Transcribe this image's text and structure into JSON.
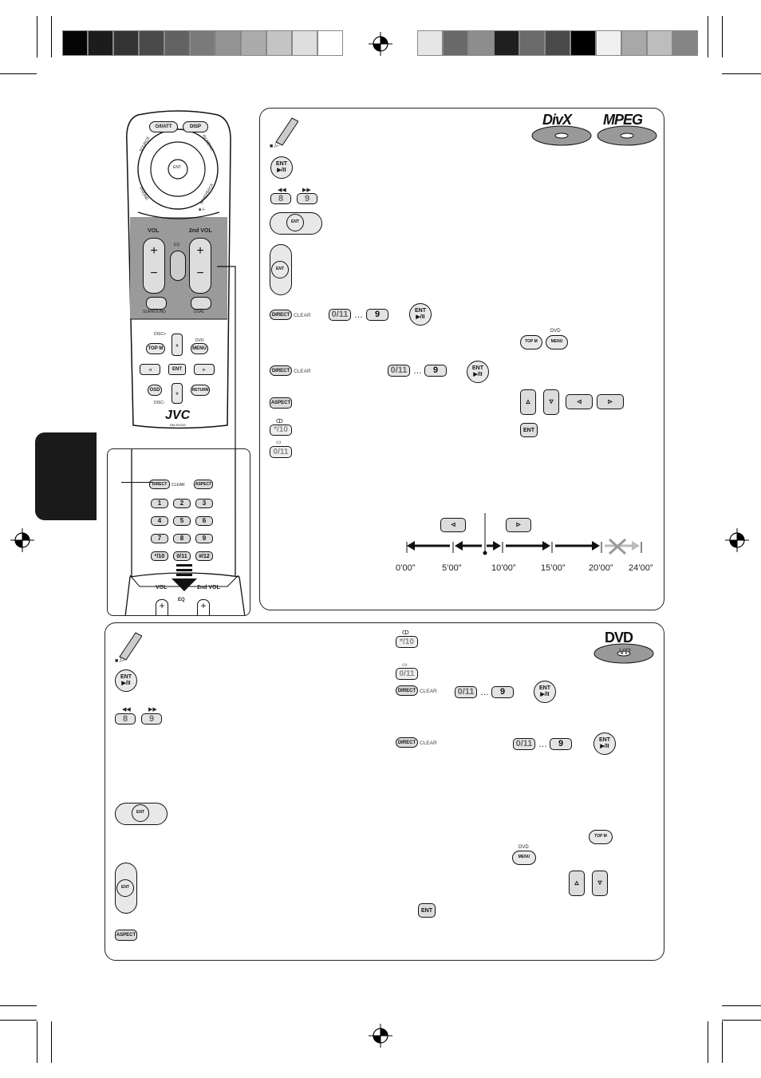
{
  "colors": {
    "bar_left": [
      "#050505",
      "#1c1c1c",
      "#333333",
      "#4a4a4a",
      "#626262",
      "#7a7a7a",
      "#939393",
      "#ababab",
      "#c4c4c4",
      "#dedede",
      "#ffffff"
    ],
    "bar_right": [
      "#e6e6e6",
      "#6a6a6a",
      "#8d8d8d",
      "#1f1f1f",
      "#6b6b6b",
      "#4a4a4a",
      "#000000",
      "#f0f0f0",
      "#a8a8a8",
      "#bdbdbd",
      "#858585"
    ],
    "side_tab": "#1a1a1a",
    "remote_lower": "#9a9a9a"
  },
  "remote": {
    "top_buttons": {
      "power": "⏻/I/ATT",
      "disp": "DISP"
    },
    "ring": {
      "source": "SOURCE",
      "av_menu": "AV MENU",
      "phone": "PHONE",
      "band_back": "BAND/BACK",
      "ent": "ENT",
      "play": "▶/II"
    },
    "stop_label": "■ /⌐",
    "vol": {
      "left": "VOL",
      "right": "2nd VOL",
      "eq": "EQ",
      "surround": "SURROUND",
      "dual": "DUAL"
    },
    "lower": {
      "disc_plus": "DISC+",
      "disc_minus": "DISC-",
      "dvd": "DVD",
      "topm": "TOP M",
      "menu": "MENU",
      "ent": "ENT",
      "osd": "OSD",
      "return": "RETURN"
    },
    "brand": "JVC",
    "model": "RM-RK252"
  },
  "zoom": {
    "direct": "DIRECT",
    "clear": "CLEAR",
    "aspect": "ASPECT",
    "keys": [
      "1",
      "2",
      "3",
      "4",
      "5",
      "6",
      "7",
      "8",
      "9"
    ],
    "bottom_keys": [
      "*/10",
      "0/11",
      "#/12"
    ],
    "vol": "VOL",
    "eq": "EQ",
    "second_vol": "2nd VOL"
  },
  "top_panel": {
    "disc_logos": [
      "DivX",
      "MPEG"
    ],
    "ent": "ENT",
    "play": "▶/II",
    "key_8": "8",
    "key_9": "9",
    "direct": "DIRECT",
    "clear": "CLEAR",
    "key_0_11": "0/11",
    "ellipsis": "…",
    "dvd": "DVD",
    "topm": "TOP M",
    "menu": "MENU",
    "aspect": "ASPECT",
    "star_10": "*/10",
    "timeline": {
      "ticks": [
        "0’00”",
        "5’00”",
        "10’00”",
        "15’00”",
        "20’00”",
        "24’00”"
      ]
    }
  },
  "bottom_panel": {
    "disc_logo": "DVD",
    "disc_sub": "VR",
    "ent": "ENT",
    "play": "▶/II",
    "key_8": "8",
    "key_9": "9",
    "star_10": "*/10",
    "key_0_11": "0/11",
    "direct": "DIRECT",
    "clear": "CLEAR",
    "ellipsis": "…",
    "topm": "TOP M",
    "dvd": "DVD",
    "menu": "MENU",
    "aspect": "ASPECT"
  }
}
